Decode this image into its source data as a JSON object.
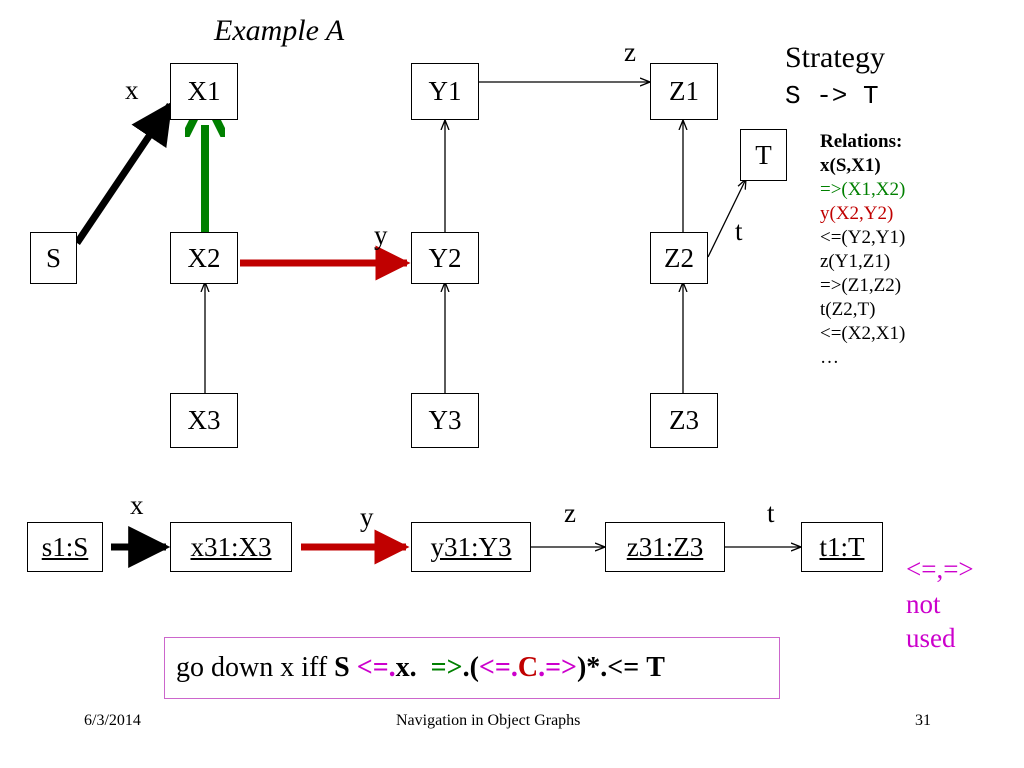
{
  "title": "Example A",
  "strategy": {
    "heading": "Strategy",
    "expression": "S -> T"
  },
  "nodes": {
    "S": "S",
    "X1": "X1",
    "X2": "X2",
    "X3": "X3",
    "Y1": "Y1",
    "Y2": "Y2",
    "Y3": "Y3",
    "Z1": "Z1",
    "Z2": "Z2",
    "Z3": "Z3",
    "T": "T"
  },
  "edge_labels": {
    "x": "x",
    "y": "y",
    "z": "z",
    "t": "t"
  },
  "relations": {
    "heading": "Relations:",
    "items": [
      {
        "text": "x(S,X1)",
        "color": "#000000",
        "bold": true
      },
      {
        "text": "=>(X1,X2)",
        "color": "#008000",
        "bold": false
      },
      {
        "text": "y(X2,Y2)",
        "color": "#c00000",
        "bold": false
      },
      {
        "text": "<=(Y2,Y1)",
        "color": "#000000",
        "bold": false
      },
      {
        "text": "z(Y1,Z1)",
        "color": "#000000",
        "bold": false
      },
      {
        "text": "=>(Z1,Z2)",
        "color": "#000000",
        "bold": false
      },
      {
        "text": "t(Z2,T)",
        "color": "#000000",
        "bold": false
      },
      {
        "text": "<=(X2,X1)",
        "color": "#000000",
        "bold": false
      },
      {
        "text": "…",
        "color": "#000000",
        "bold": false
      }
    ]
  },
  "object_path": {
    "objects": [
      "s1:S",
      "x31:X3",
      "y31:Y3",
      "z31:Z3",
      "t1:T"
    ],
    "labels": [
      "x",
      "y",
      "z",
      "t"
    ]
  },
  "note": {
    "line1": "<=,=>",
    "line2": "not",
    "line3": "used"
  },
  "formula": {
    "prefix": "go down x iff ",
    "s": "S",
    "p1": " <=.",
    "p2": "x.",
    "p3": "  =>",
    "p4": ".(",
    "p5": "<=.",
    "p6": "C",
    "p7": ".=>",
    "p8": ")*.<= ",
    "t": "T"
  },
  "colors": {
    "green": "#008000",
    "red": "#c00000",
    "magenta": "#cc00cc"
  },
  "footer": {
    "date": "6/3/2014",
    "center": "Navigation in Object Graphs",
    "page": "31"
  }
}
